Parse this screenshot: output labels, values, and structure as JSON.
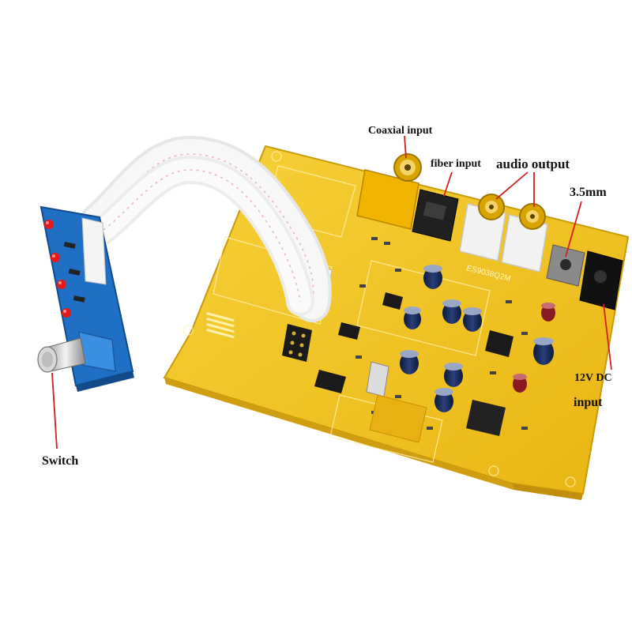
{
  "labels": {
    "coaxial_input": "Coaxial input",
    "fiber_input": "fiber input",
    "audio_output": "audio output",
    "jack_35mm": "3.5mm",
    "dc_12v": "12V DC",
    "dc_input": "input",
    "switch": "Switch"
  },
  "board_marking": "ES9038Q2M",
  "colors": {
    "pcb_yellow": "#f2c21a",
    "remote_pcb_blue": "#1f6fc4",
    "ribbon_white": "#f4f4f4",
    "callout_red": "#d21f1f"
  }
}
